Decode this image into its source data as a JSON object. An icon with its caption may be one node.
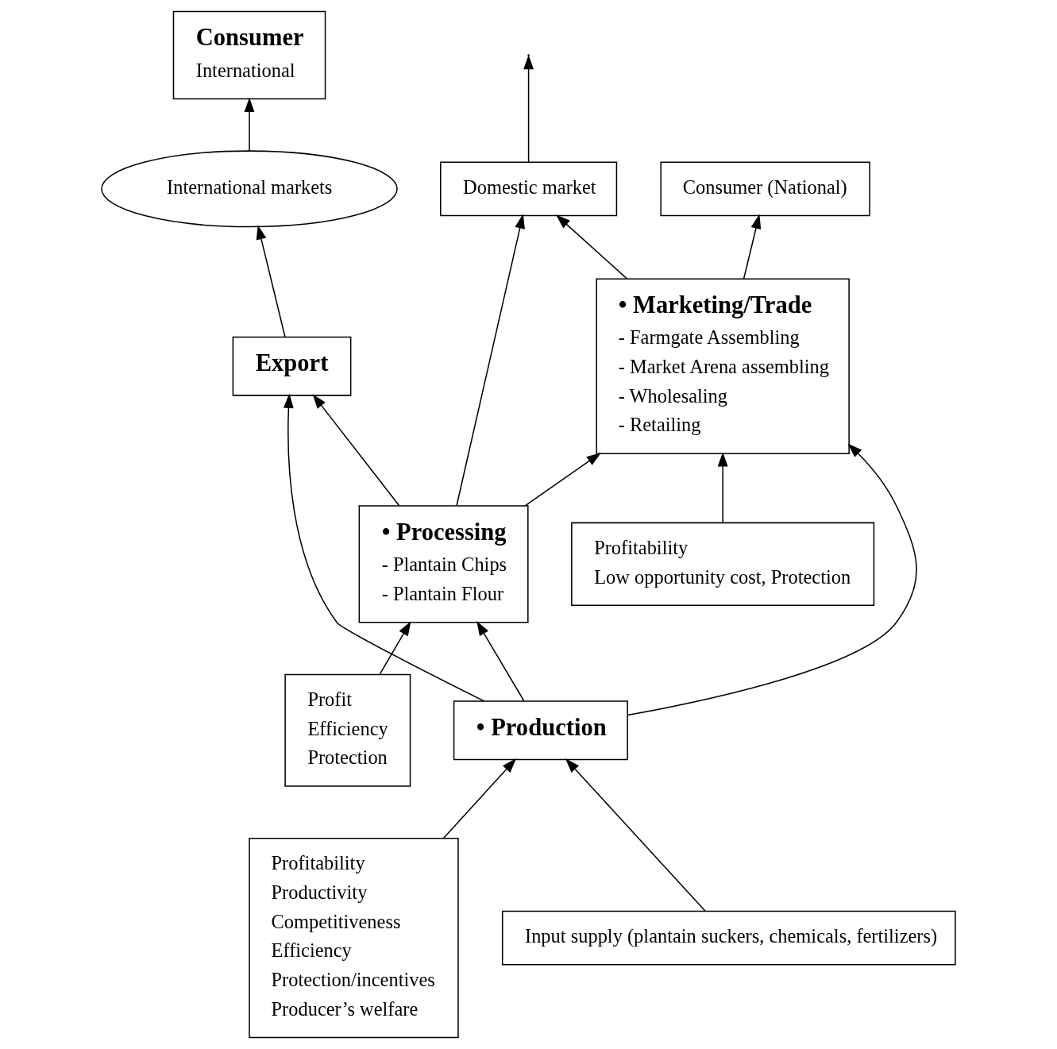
{
  "diagram": {
    "nodes": [
      {
        "text": [
          "Export"
        ]
      },
      {
        "text": [
          "International markets"
        ]
      },
      {
        "text": [
          "Consumer",
          "International"
        ]
      },
      {
        "text": [
          "Profit",
          "Efficiency",
          "Protection"
        ]
      },
      {
        "text": [
          "Consumer (National)"
        ]
      },
      {
        "text": [
          "Domestic market"
        ]
      },
      {
        "text": [
          "• Processing",
          "- Plantain Chips",
          "- Plantain Flour"
        ]
      },
      {
        "text": [
          "• Marketing/Trade",
          "- Farmgate Assembling",
          "- Market Arena assembling",
          "- Wholesaling",
          "- Retailing"
        ]
      },
      {
        "text": [
          "Profitability",
          "Low opportunity cost, Protection"
        ]
      },
      {
        "text": [
          "• Production"
        ]
      },
      {
        "text": [
          "Profitability",
          "Productivity",
          "Competitiveness",
          "Efficiency",
          "Protection/incentives",
          "Producer’s welfare"
        ]
      },
      {
        "text": [
          "Input supply (plantain suckers, chemicals, fertilizers)"
        ]
      }
    ],
    "edges": [
      {
        "from": 0,
        "to": 1,
        "arrow": "to"
      },
      {
        "from": 1,
        "to": 2,
        "arrow": "to"
      },
      {
        "from": 3,
        "to": 6,
        "arrow": "to"
      },
      {
        "from": 5,
        "to": null,
        "arrow": "to"
      },
      {
        "from": 6,
        "to": 5,
        "arrow": "to"
      },
      {
        "from": 7,
        "to": 4,
        "arrow": "to"
      },
      {
        "from": 7,
        "to": 5,
        "arrow": "to"
      },
      {
        "from": 6,
        "to": 7,
        "arrow": "to"
      },
      {
        "from": 8,
        "to": 7,
        "arrow": "to"
      },
      {
        "from": 6,
        "to": 0,
        "arrow": "to"
      },
      {
        "from": 9,
        "to": 0,
        "arrow": "to"
      },
      {
        "from": 9,
        "to": 6,
        "arrow": "to"
      },
      {
        "from": 9,
        "to": 7,
        "arrow": "to"
      },
      {
        "from": 10,
        "to": 9,
        "arrow": "to"
      },
      {
        "from": 11,
        "to": 9,
        "arrow": "to"
      }
    ]
  }
}
